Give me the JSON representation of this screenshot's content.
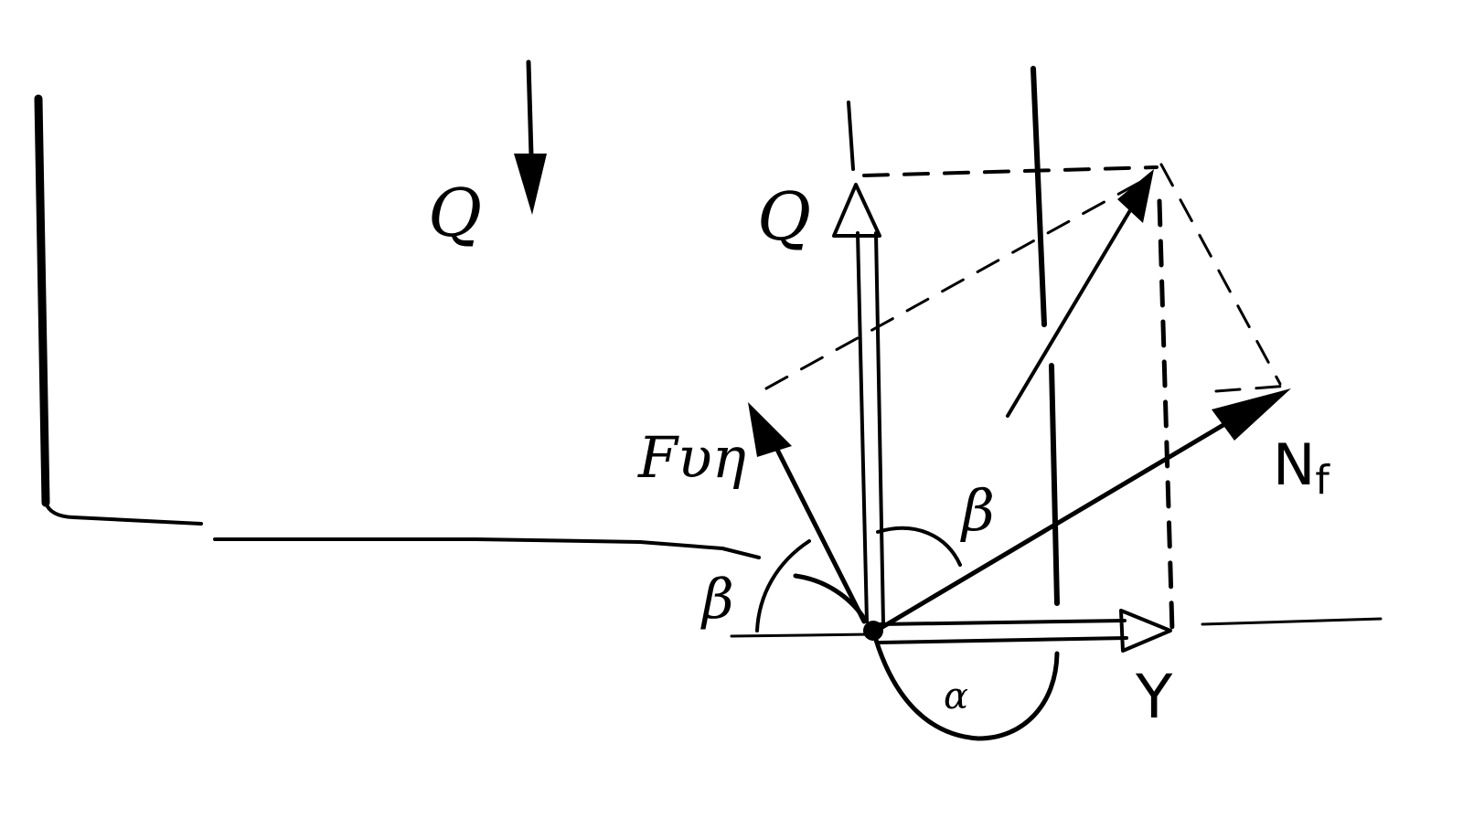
{
  "labels": {
    "q_top": "Q",
    "q_vertical": "Q",
    "f_vector": "Fυη",
    "beta_left": "β",
    "beta_right": "β",
    "n_vector": "N",
    "n_subscript": "f",
    "y_vector": "Y",
    "alpha": "α"
  },
  "colors": {
    "ink": "#000000",
    "background": "#ffffff"
  }
}
